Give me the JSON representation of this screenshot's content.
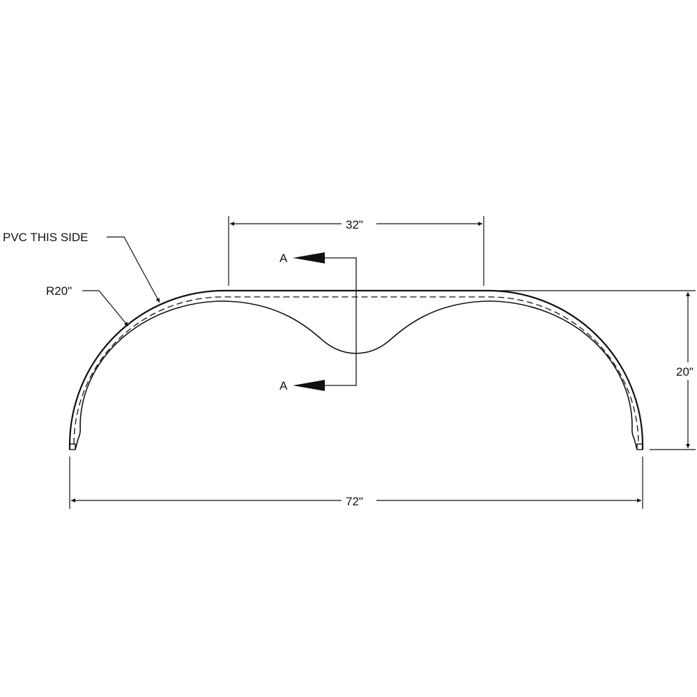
{
  "labels": {
    "pvc_note": "PVC THIS SIDE",
    "radius": "R20\"",
    "dim_top": "32\"",
    "dim_height": "20\"",
    "dim_width": "72\"",
    "section_top": "A",
    "section_bottom": "A"
  },
  "colors": {
    "line": "#111111",
    "background": "#ffffff"
  }
}
